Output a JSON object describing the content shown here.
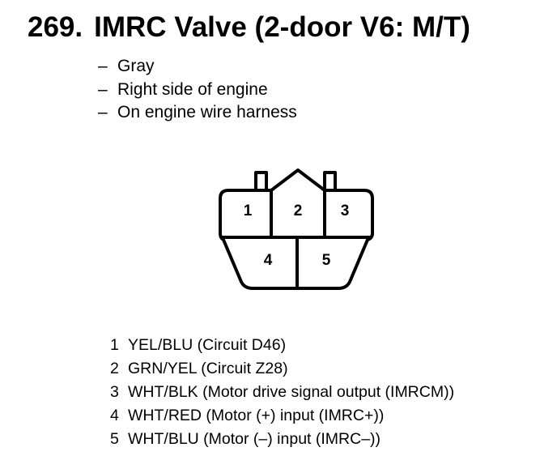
{
  "heading": {
    "number": "269.",
    "text": "IMRC Valve (2-door V6: M/T)"
  },
  "description": [
    {
      "dash": "–",
      "text": "Gray"
    },
    {
      "dash": "–",
      "text": "Right side of engine"
    },
    {
      "dash": "–",
      "text": "On engine wire harness"
    }
  ],
  "connector": {
    "terminals": [
      "1",
      "2",
      "3",
      "4",
      "5"
    ],
    "colors": {
      "stroke": "#000000",
      "fill": "#ffffff"
    }
  },
  "pins": [
    {
      "num": "1",
      "text": "YEL/BLU (Circuit D46)"
    },
    {
      "num": "2",
      "text": "GRN/YEL (Circuit Z28)"
    },
    {
      "num": "3",
      "text": "WHT/BLK (Motor drive signal output (IMRCM))"
    },
    {
      "num": "4",
      "text": "WHT/RED (Motor (+) input (IMRC+))"
    },
    {
      "num": "5",
      "text": "WHT/BLU (Motor (–) input (IMRC–))"
    }
  ]
}
